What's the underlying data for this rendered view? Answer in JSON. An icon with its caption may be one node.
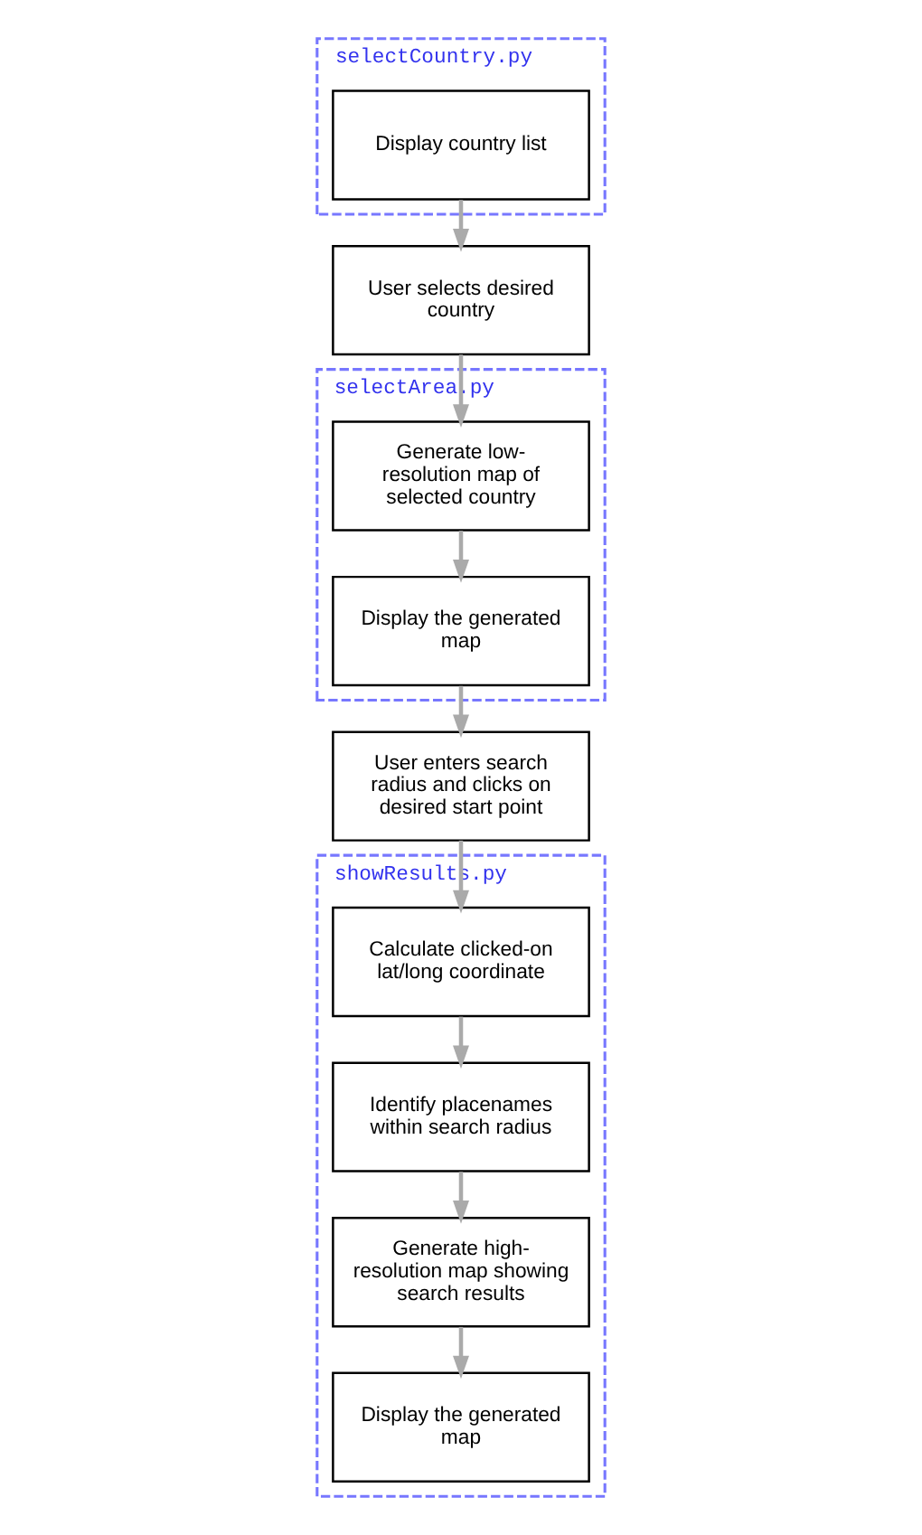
{
  "diagram": {
    "nodes": [
      {
        "text": [
          "selectCountry.py"
        ]
      },
      {
        "text": [
          "Display country list"
        ],
        "in": 0
      },
      {
        "text": [
          "User selects desired country"
        ]
      },
      {
        "text": [
          "selectArea.py"
        ]
      },
      {
        "text": [
          "Generate low-resolution map of selected country"
        ],
        "in": 3
      },
      {
        "text": [
          "Display the generated map"
        ],
        "in": 3
      },
      {
        "text": [
          "User enters search radius and clicks on desired start point"
        ]
      },
      {
        "text": [
          "showResults.py"
        ]
      },
      {
        "text": [
          "Calculate clicked-on lat/long coordinate"
        ],
        "in": 7
      },
      {
        "text": [
          "Identify placenames within search radius"
        ],
        "in": 7
      },
      {
        "text": [
          "Generate high-resolution map showing search results"
        ],
        "in": 7
      },
      {
        "text": [
          "Display the generated map"
        ],
        "in": 7
      }
    ],
    "edges": [
      {
        "from": 1,
        "to": 2,
        "arrow": "to"
      },
      {
        "from": 2,
        "to": 4,
        "arrow": "to"
      },
      {
        "from": 4,
        "to": 5,
        "arrow": "to"
      },
      {
        "from": 5,
        "to": 6,
        "arrow": "to"
      },
      {
        "from": 6,
        "to": 8,
        "arrow": "to"
      },
      {
        "from": 8,
        "to": 9,
        "arrow": "to"
      },
      {
        "from": 9,
        "to": 10,
        "arrow": "to"
      },
      {
        "from": 10,
        "to": 11,
        "arrow": "to"
      }
    ]
  }
}
